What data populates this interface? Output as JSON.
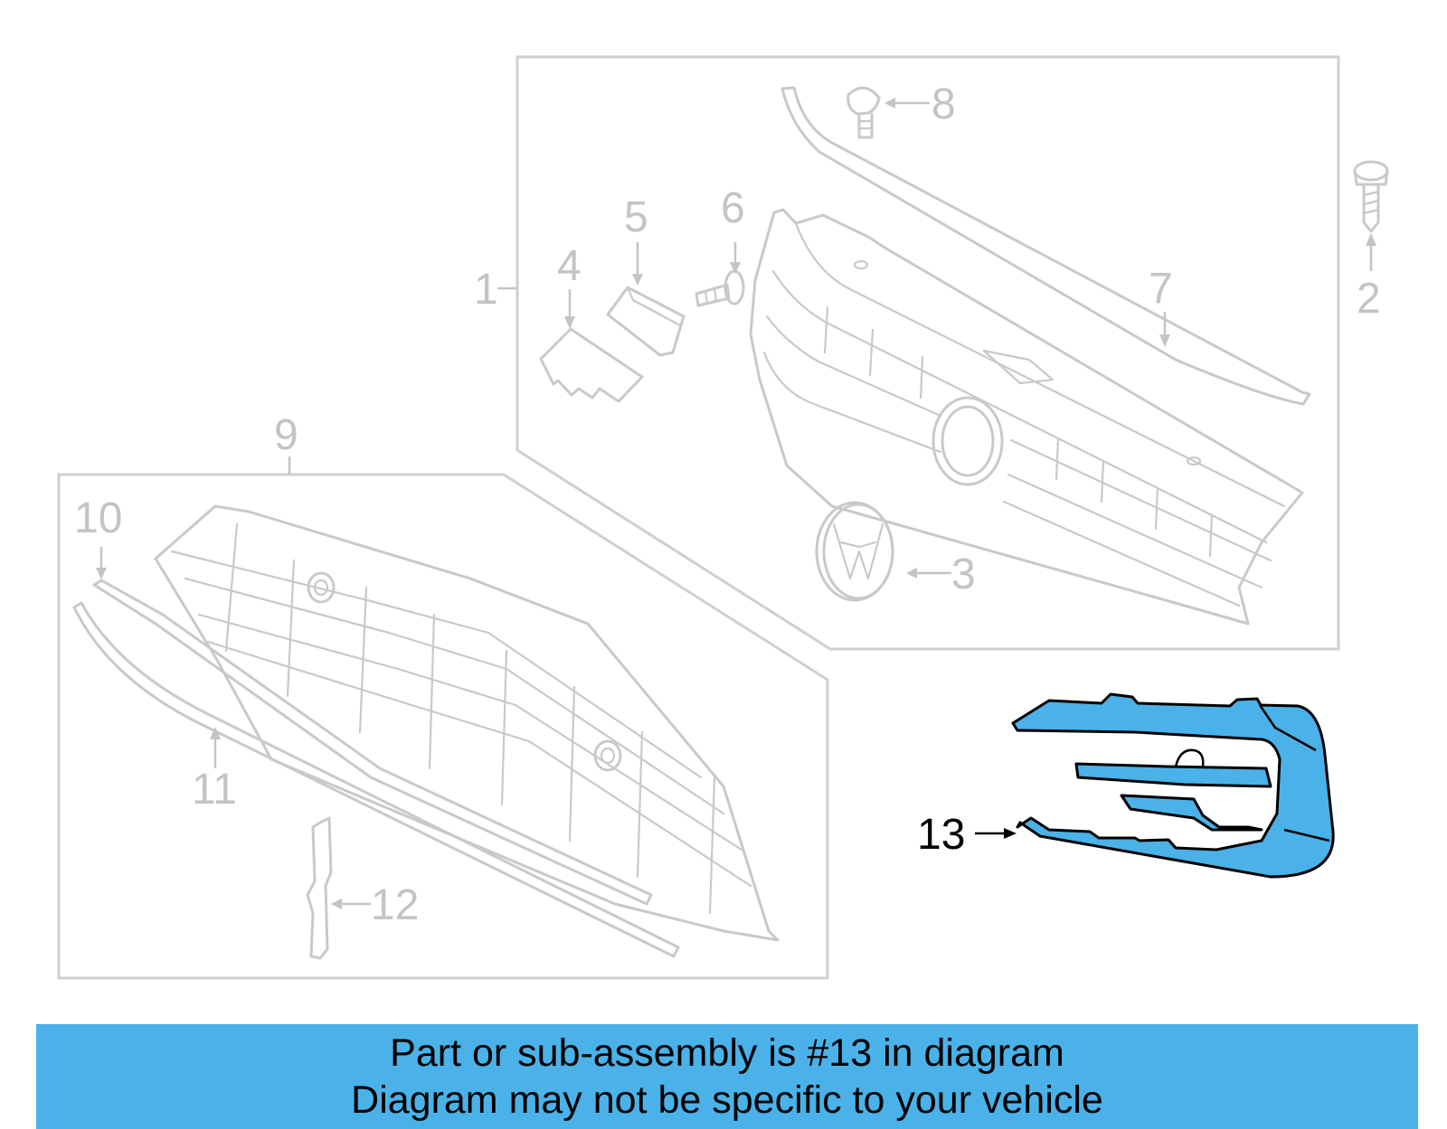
{
  "diagram": {
    "callouts": [
      {
        "id": "1",
        "label": "1"
      },
      {
        "id": "2",
        "label": "2"
      },
      {
        "id": "3",
        "label": "3"
      },
      {
        "id": "4",
        "label": "4"
      },
      {
        "id": "5",
        "label": "5"
      },
      {
        "id": "6",
        "label": "6"
      },
      {
        "id": "7",
        "label": "7"
      },
      {
        "id": "8",
        "label": "8"
      },
      {
        "id": "9",
        "label": "9"
      },
      {
        "id": "10",
        "label": "10"
      },
      {
        "id": "11",
        "label": "11"
      },
      {
        "id": "12",
        "label": "12"
      },
      {
        "id": "13",
        "label": "13"
      }
    ],
    "highlighted_part": "13"
  },
  "banner": {
    "line1": "Part or sub-assembly is #13 in diagram",
    "line2": "Diagram may not be specific to your vehicle",
    "background_color": "#4ab2e8"
  }
}
